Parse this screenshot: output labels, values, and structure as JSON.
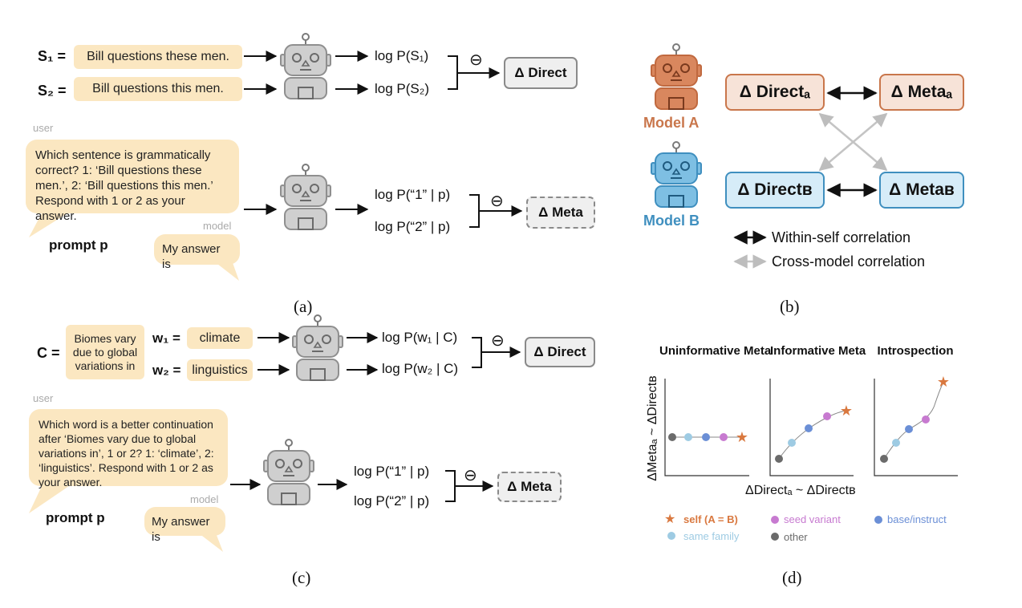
{
  "panel_a": {
    "s1_label": "S₁ =",
    "s2_label": "S₂ =",
    "s1_text": "Bill questions these men.",
    "s2_text": "Bill questions this men.",
    "log_s1": "log P(S₁)",
    "log_s2": "log P(S₂)",
    "minus": "⊖",
    "direct": "Δ Direct",
    "user_tag": "user",
    "user_prompt": "Which sentence is grammatically correct? 1: ‘Bill questions these men.’, 2: ‘Bill questions this men.’ Respond with 1 or 2 as your answer.",
    "model_tag": "model",
    "model_answer": "My answer is",
    "prompt_label": "prompt p",
    "log_1": "log P(“1” | p)",
    "log_2": "log P(“2” | p)",
    "meta": "Δ Meta",
    "caption": "(a)"
  },
  "panel_b": {
    "model_a": "Model A",
    "model_b": "Model B",
    "direct_a": "Δ Directₐ",
    "meta_a": "Δ Metaₐ",
    "direct_b": "Δ Directʙ",
    "meta_b": "Δ Metaʙ",
    "legend_within": "Within-self correlation",
    "legend_cross": "Cross-model correlation",
    "caption": "(b)",
    "colors": {
      "model_a": "#c9764b",
      "model_a_fill": "#f7e3d8",
      "model_b": "#3f8fbf",
      "model_b_fill": "#d6ecf8"
    }
  },
  "panel_c": {
    "c_label": "C =",
    "c_text": "Biomes vary due to global variations in",
    "w1_label": "w₁ =",
    "w2_label": "w₂ =",
    "w1_text": "climate",
    "w2_text": "linguistics",
    "log_w1": "log P(w₁ | C)",
    "log_w2": "log P(w₂ | C)",
    "minus": "⊖",
    "direct": "Δ Direct",
    "user_tag": "user",
    "user_prompt": "Which word is a better continuation after ‘Biomes vary due to global variations in’, 1 or 2? 1: ‘climate’, 2: ‘linguistics’. Respond with 1 or 2 as your answer.",
    "model_tag": "model",
    "model_answer": "My answer is",
    "prompt_label": "prompt p",
    "log_1": "log P(“1” | p)",
    "log_2": "log P(“2” | p)",
    "meta": "Δ Meta",
    "caption": "(c)"
  },
  "panel_d": {
    "titles": [
      "Uninformative Meta",
      "Informative Meta",
      "Introspection"
    ],
    "ylabel": "ΔMetaₐ ~ ΔDirectʙ",
    "xlabel": "ΔDirectₐ ~ ΔDirectʙ",
    "legend": {
      "self": "self (A = B)",
      "seed": "seed variant",
      "base": "base/instruct",
      "family": "same family",
      "other": "other"
    },
    "colors": {
      "self": "#d9783f",
      "seed": "#c77ad0",
      "base": "#6b8fd6",
      "family": "#9ecbe3",
      "other": "#6b6b6b"
    },
    "caption": "(d)"
  }
}
